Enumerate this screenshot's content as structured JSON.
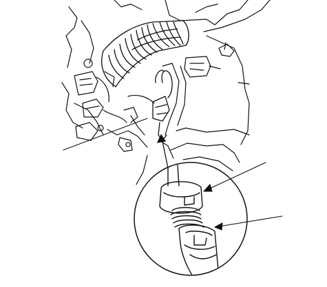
{
  "diagram": {
    "colors": {
      "line": "#111111",
      "background": "#ffffff"
    },
    "parts": [
      {
        "id": "intake-air-duct",
        "icon": "corrugated-hose"
      },
      {
        "id": "engine-compartment",
        "icon": "engine-outline"
      },
      {
        "id": "wire-harness-connectors",
        "icon": "connectors"
      },
      {
        "id": "vacuum-hose-fitting",
        "icon": "hose-fitting"
      },
      {
        "id": "detail-magnifier",
        "icon": "detail-circle"
      },
      {
        "id": "fitting-cap",
        "icon": "cap"
      },
      {
        "id": "hose-end",
        "icon": "hose-end"
      }
    ],
    "leaders": [
      {
        "id": "leader-fitting",
        "label": ""
      },
      {
        "id": "leader-cap",
        "label": ""
      },
      {
        "id": "leader-hose",
        "label": ""
      }
    ]
  }
}
